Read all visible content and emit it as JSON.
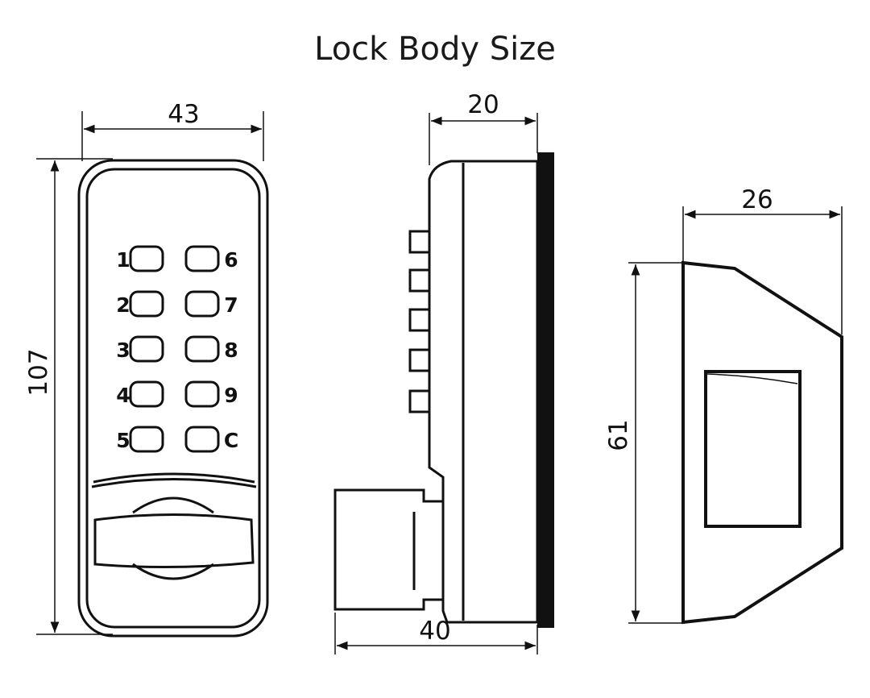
{
  "title": "Lock Body Size",
  "front_view": {
    "width": "43",
    "height": "107",
    "keys_left": [
      "1",
      "2",
      "3",
      "4",
      "5"
    ],
    "keys_right": [
      "6",
      "7",
      "8",
      "9",
      "C"
    ]
  },
  "side_view": {
    "depth_top": "20",
    "depth_bottom": "40"
  },
  "back_view": {
    "width": "26",
    "height": "61"
  }
}
